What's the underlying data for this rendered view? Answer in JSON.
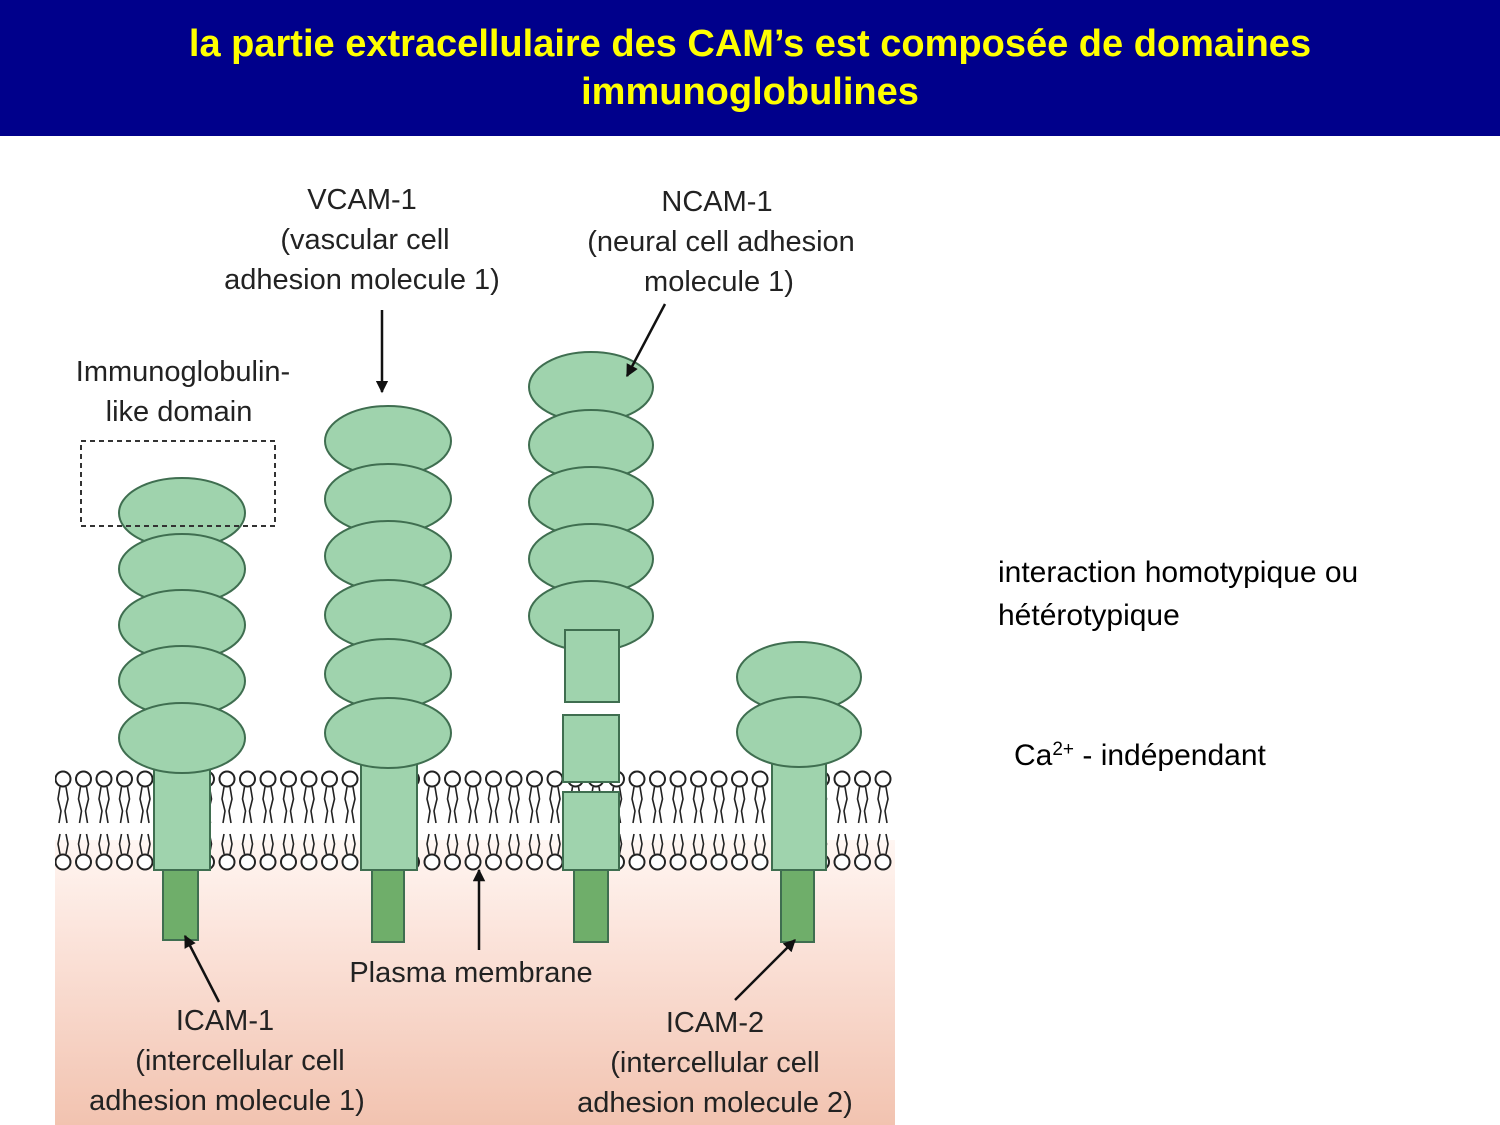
{
  "title": {
    "line1": "la partie extracellulaire des CAM’s est composée de domaines",
    "line2": "immunoglobulines"
  },
  "figure": {
    "vcam": [
      "VCAM-1",
      "(vascular cell",
      "adhesion molecule 1)"
    ],
    "ncam": [
      "NCAM-1",
      "(neural cell adhesion",
      "molecule 1)"
    ],
    "ig_domain": [
      "Immunoglobulin-",
      "like domain"
    ],
    "membrane": "Plasma membrane",
    "icam1": [
      "ICAM-1",
      "(intercellular cell",
      "adhesion molecule 1)"
    ],
    "icam2": [
      "ICAM-2",
      "(intercellular cell",
      "adhesion molecule 2)"
    ],
    "colors": {
      "protein": "#9fd3ad",
      "protein_outline": "#3f6e50",
      "anchor": "#6fae6a",
      "cytoplasm_top": "#fbe3da",
      "cytoplasm_bottom": "#f2c3b0"
    }
  },
  "notes": {
    "interaction": "interaction  homotypique ou hétérotypique",
    "calcium_base": "Ca",
    "calcium_sup": "2+",
    "calcium_rest": " - indépendant"
  }
}
